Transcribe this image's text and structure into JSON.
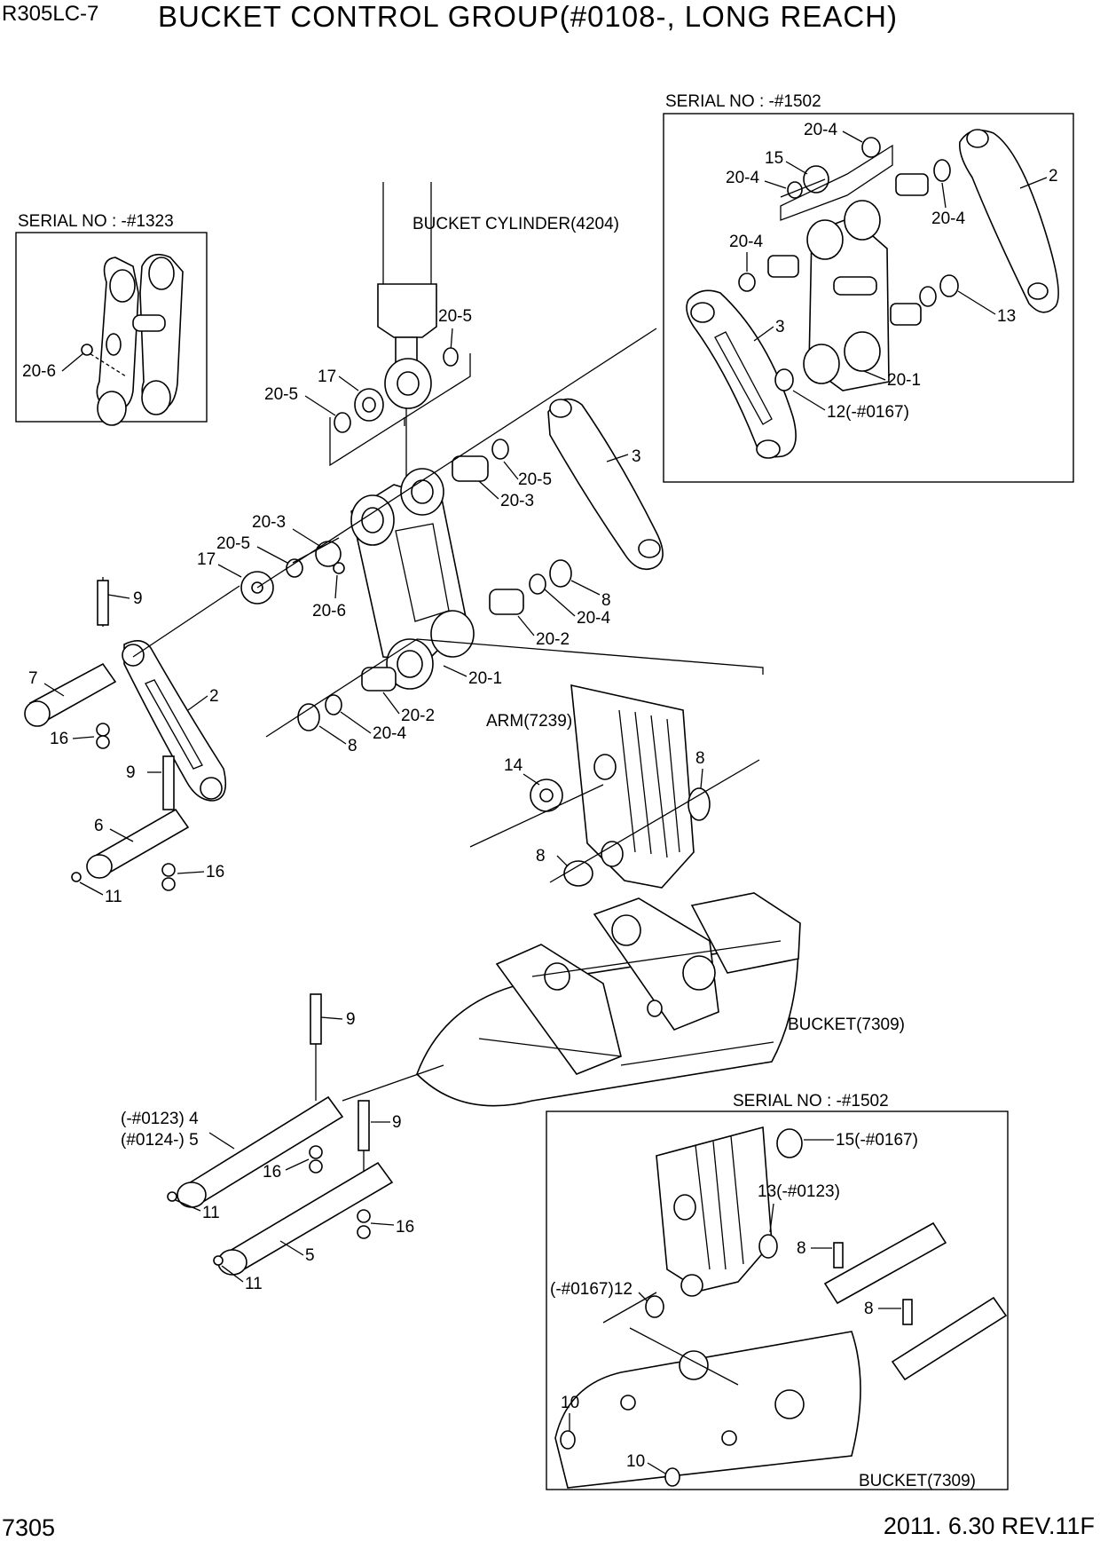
{
  "header": {
    "model": "R305LC-7",
    "title": "BUCKET CONTROL GROUP(#0108-, LONG REACH)"
  },
  "footer": {
    "page_number": "7305",
    "date_rev": "2011. 6.30  REV.11F"
  },
  "insets": {
    "top_left": "SERIAL NO : -#1323",
    "top_right": "SERIAL NO : -#1502",
    "bottom_right": "SERIAL NO : -#1502"
  },
  "assemblies": {
    "bucket_cylinder": "BUCKET CYLINDER(4204)",
    "arm": "ARM(7239)",
    "bucket_main": "BUCKET(7309)",
    "bucket_inset": "BUCKET(7309)"
  },
  "callouts": {
    "tl_20_6": "20-6",
    "tr_20_4_a": "20-4",
    "tr_15": "15",
    "tr_20_4_b": "20-4",
    "tr_2": "2",
    "tr_20_4_c": "20-4",
    "tr_20_4_d": "20-4",
    "tr_3": "3",
    "tr_13": "13",
    "tr_20_1": "20-1",
    "tr_12": "12(-#0167)",
    "m_20_5_a": "20-5",
    "m_17_a": "17",
    "m_20_5_b": "20-5",
    "m_3": "3",
    "m_20_5_c": "20-5",
    "m_20_3_a": "20-3",
    "m_20_3_b": "20-3",
    "m_20_5_d": "20-5",
    "m_17_b": "17",
    "m_20_6": "20-6",
    "m_9_a": "9",
    "m_8_a": "8",
    "m_20_4_a": "20-4",
    "m_20_2_a": "20-2",
    "m_7": "7",
    "m_2": "2",
    "m_20_1": "20-1",
    "m_16_a": "16",
    "m_20_2_b": "20-2",
    "m_20_4_b": "20-4",
    "m_8_b": "8",
    "m_9_b": "9",
    "m_14": "14",
    "m_8_c": "8",
    "m_6": "6",
    "m_8_d": "8",
    "m_16_b": "16",
    "m_11_a": "11",
    "b_9_a": "9",
    "b_4": "(-#0123) 4",
    "b_5a": "(#0124-) 5",
    "b_9_b": "9",
    "b_16_a": "16",
    "b_11_a": "11",
    "b_16_b": "16",
    "b_5": "5",
    "b_11_b": "11",
    "br_15": "15(-#0167)",
    "br_13": "13(-#0123)",
    "br_8_a": "8",
    "br_12": "(-#0167)12",
    "br_8_b": "8",
    "br_10_a": "10",
    "br_10_b": "10"
  }
}
